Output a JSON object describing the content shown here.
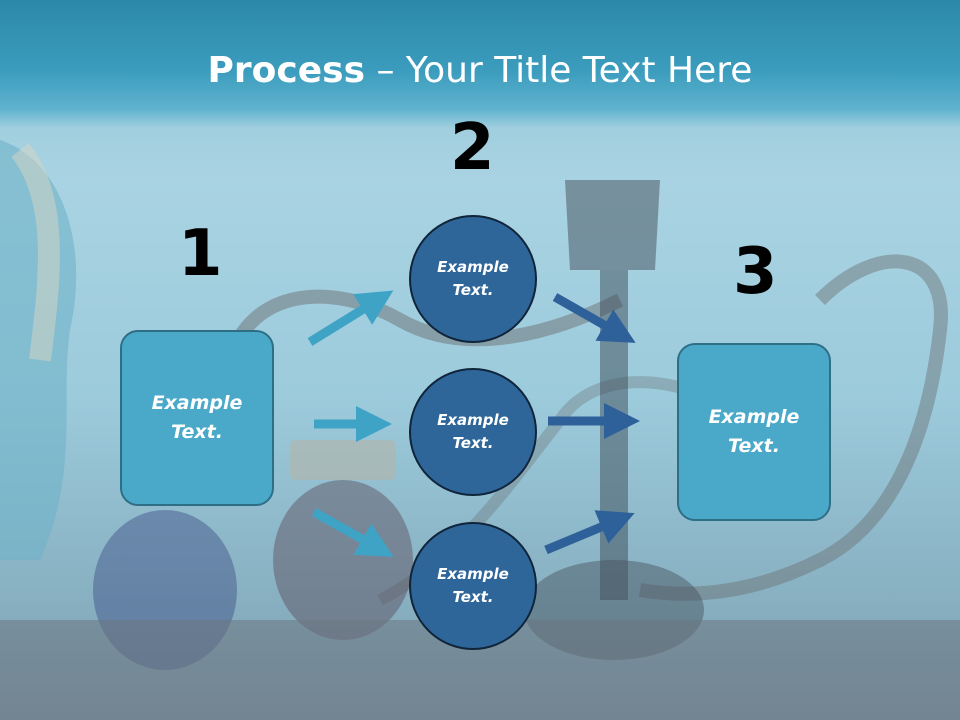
{
  "title": {
    "bold": "Process",
    "rest": " – Your Title Text Here"
  },
  "steps": {
    "one": "1",
    "two": "2",
    "three": "3"
  },
  "left_box": {
    "line1": "Example",
    "line2": "Text."
  },
  "circles": [
    {
      "line1": "Example",
      "line2": "Text."
    },
    {
      "line1": "Example",
      "line2": "Text."
    },
    {
      "line1": "Example",
      "line2": "Text."
    }
  ],
  "right_box": {
    "line1": "Example",
    "line2": "Text."
  },
  "colors": {
    "box": "#4aa9c9",
    "circle": "#2e6699",
    "arrow_light": "#3fa3c6",
    "arrow_dark": "#2e6099"
  }
}
